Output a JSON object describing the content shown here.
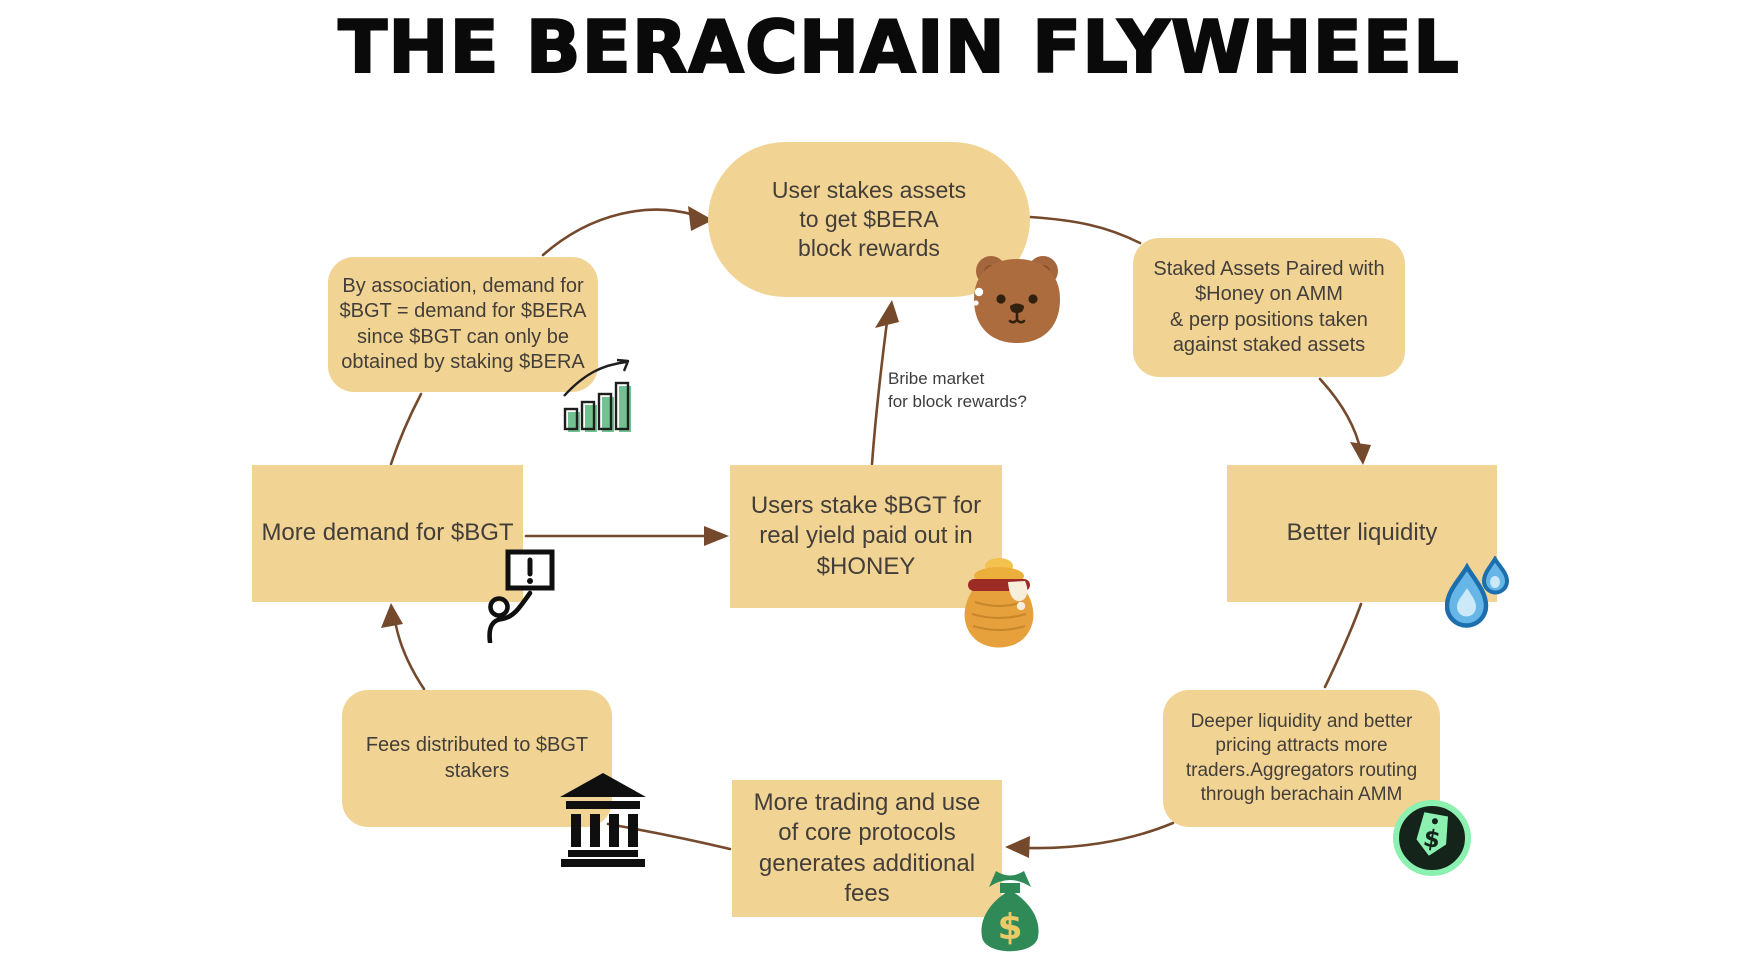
{
  "title": "THE BERACHAIN FLYWHEEL",
  "colors": {
    "background": "#FFFFFF",
    "box_fill": "#F1D494",
    "arrow_brown": "#75492C",
    "box_text": "#433E39",
    "title_text": "#0A0A0A",
    "chart_green": "#72C291",
    "drop_blue": "#66B7E7",
    "tag_green": "#8BF0B0",
    "bag_green": "#2F8A58",
    "bear_brown": "#AD6C3E"
  },
  "nodes": [
    {
      "id": "user-stakes-assets",
      "lines": [
        "User stakes assets",
        "to get $BERA",
        "block rewards"
      ]
    },
    {
      "id": "staked-assets-paired",
      "lines": [
        "Staked Assets Paired with",
        "$Honey on AMM",
        "& perp positions taken",
        "against staked assets"
      ]
    },
    {
      "id": "better-liquidity",
      "lines": [
        "Better liquidity"
      ]
    },
    {
      "id": "deeper-liquidity",
      "lines": [
        "Deeper liquidity and better",
        "pricing attracts more",
        "traders.Aggregators routing",
        "through berachain AMM"
      ]
    },
    {
      "id": "more-trading",
      "lines": [
        "More trading and use",
        "of core protocols",
        "generates additional",
        "fees"
      ]
    },
    {
      "id": "fees-distributed",
      "lines": [
        "Fees distributed to $BGT",
        "stakers"
      ]
    },
    {
      "id": "more-demand",
      "lines": [
        "More demand for $BGT"
      ]
    },
    {
      "id": "by-association",
      "lines": [
        "By association, demand for",
        "$BGT = demand for $BERA",
        "since $BGT can only be",
        "obtained by staking $BERA"
      ]
    },
    {
      "id": "users-stake-bgt",
      "lines": [
        "Users stake $BGT for",
        "real yield paid out in",
        "$HONEY"
      ]
    }
  ],
  "annotations": {
    "bribe_market": {
      "lines": [
        "Bribe market",
        "for block rewards?"
      ]
    }
  },
  "icons": {
    "bear-face": "🐻",
    "chart-increasing": "📈",
    "demand-sign": "🪧 person holding ! sign",
    "honey-pot": "🍯",
    "water-drops": "💦",
    "price-tag": "🏷️ $ tag in green circle",
    "money-bag": "💰",
    "bank": "🏦"
  }
}
